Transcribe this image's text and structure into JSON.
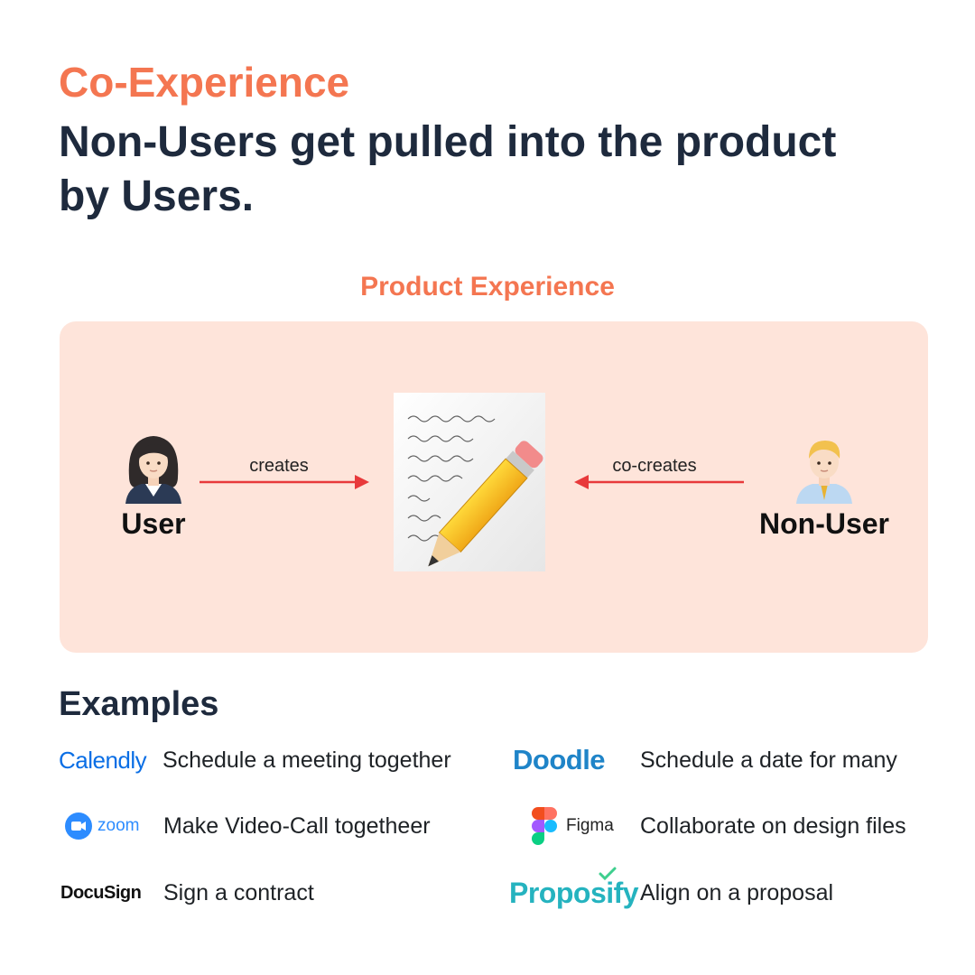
{
  "header": {
    "kicker": "Co-Experience",
    "headline_line1": "Non-Users get pulled into the product",
    "headline_line2": "by Users."
  },
  "diagram": {
    "section_title": "Product Experience",
    "user_label": "User",
    "nonuser_label": "Non-User",
    "creates_label": "creates",
    "cocreates_label": "co-creates",
    "colors": {
      "accent": "#f47651",
      "panel": "#fee4da",
      "arrow": "#e8393b",
      "dark": "#1e2a3d"
    },
    "icons": {
      "user": "woman-office-worker-icon",
      "nonuser": "man-office-worker-icon",
      "document": "memo-pencil-icon"
    }
  },
  "examples": {
    "title": "Examples",
    "items": [
      {
        "logo": "Calendly",
        "description": "Schedule a meeting together"
      },
      {
        "logo": "Doodle",
        "description": "Schedule a date for many"
      },
      {
        "logo": "zoom",
        "description": "Make Video-Call togetheer"
      },
      {
        "logo": "Figma",
        "description": "Collaborate on design files"
      },
      {
        "logo": "DocuSign",
        "description": "Sign a contract"
      },
      {
        "logo": "Proposify",
        "description": "Align on a proposal"
      }
    ]
  }
}
